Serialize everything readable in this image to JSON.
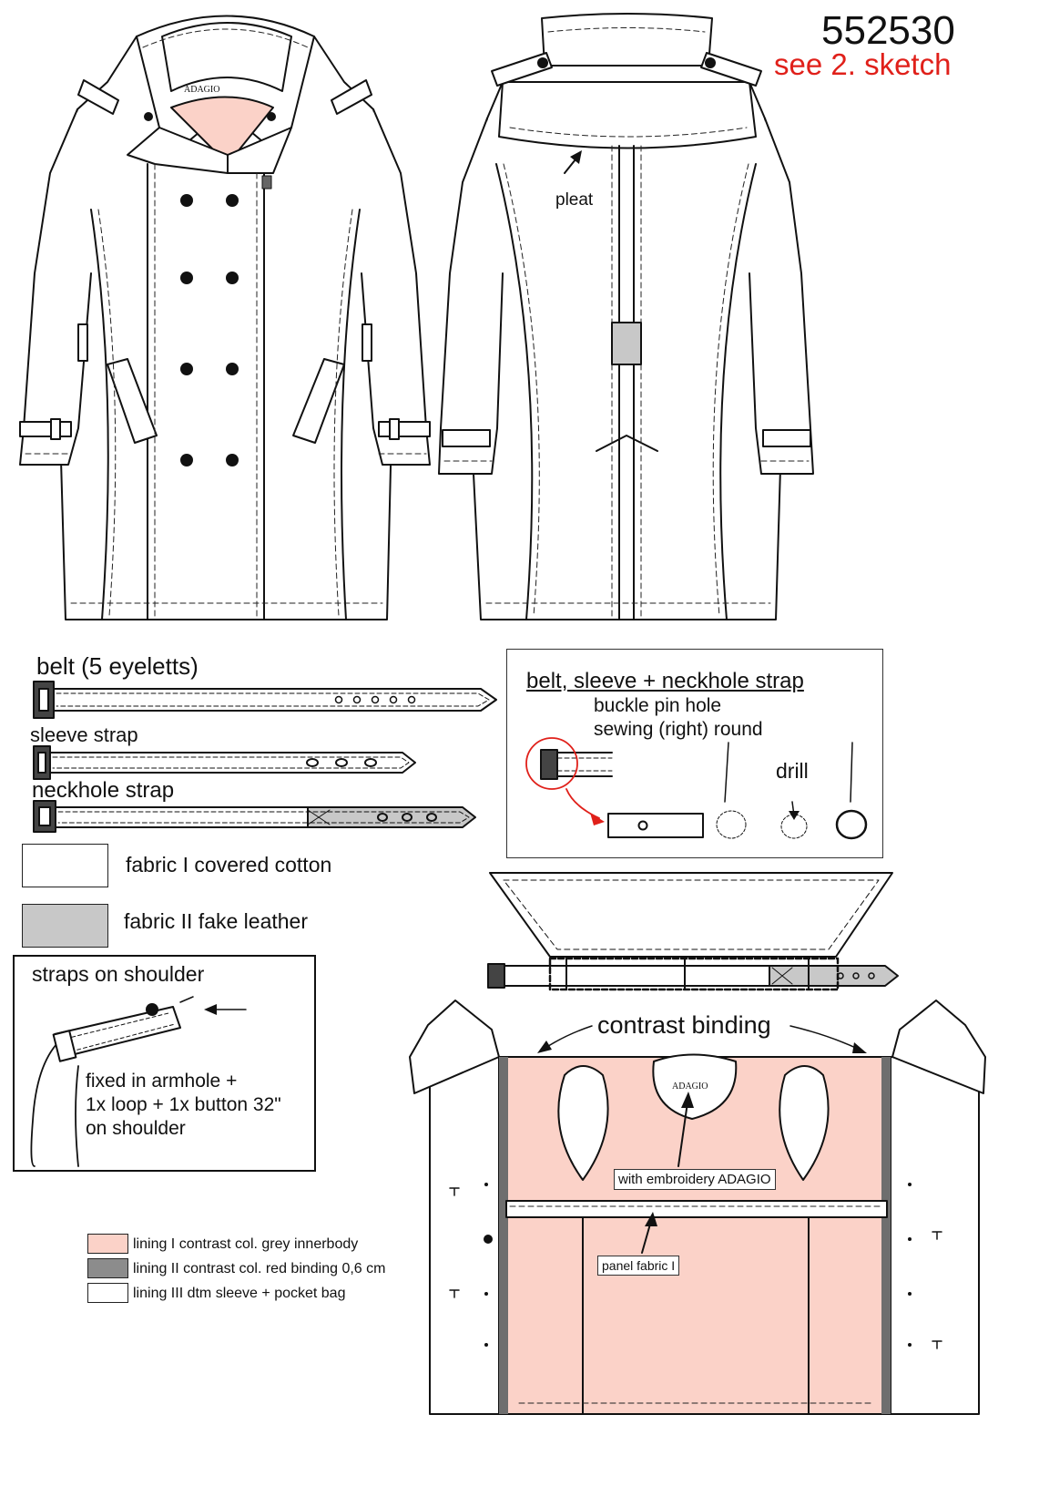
{
  "header": {
    "style_number": "552530",
    "note": "see 2. sketch",
    "note_color": "#e0201a"
  },
  "colors": {
    "lining_pink": "#fbd2c8",
    "fake_leather_grey": "#c8c8c8",
    "binding_grey": "#6e6e6e",
    "outline": "#111111",
    "callout_red": "#e0201a"
  },
  "front_view": {
    "collar_label": "ADAGIO"
  },
  "back_view": {
    "pleat_label": "pleat"
  },
  "straps": {
    "belt_label": "belt (5 eyeletts)",
    "belt_eyelets": 5,
    "sleeve_label": "sleeve strap",
    "sleeve_eyelets": 3,
    "neck_label": "neckhole strap",
    "neck_eyelets": 3
  },
  "detail_box": {
    "title": "belt, sleeve + neckhole strap",
    "line1": "buckle pin hole",
    "line2": "sewing (right) round",
    "drill_label": "drill"
  },
  "fabric_legend": [
    {
      "label": "fabric I covered cotton",
      "color": "#ffffff"
    },
    {
      "label": "fabric II fake leather",
      "color": "#c8c8c8"
    }
  ],
  "shoulder_box": {
    "title": "straps on shoulder",
    "line1": "fixed in armhole +",
    "line2": "1x loop + 1x button 32\"",
    "line3": "on shoulder"
  },
  "lining_legend": [
    {
      "label": "lining I contrast col. grey innerbody",
      "color": "#fbd2c8"
    },
    {
      "label": "lining II contrast col. red binding 0,6 cm",
      "color": "#8c8c8c"
    },
    {
      "label": "lining III dtm sleeve + pocket bag",
      "color": "#ffffff"
    }
  ],
  "inside_view": {
    "binding_label": "contrast binding",
    "neck_label": "ADAGIO",
    "embroidery_label": "with embroidery ADAGIO",
    "panel_label": "panel fabric I"
  }
}
